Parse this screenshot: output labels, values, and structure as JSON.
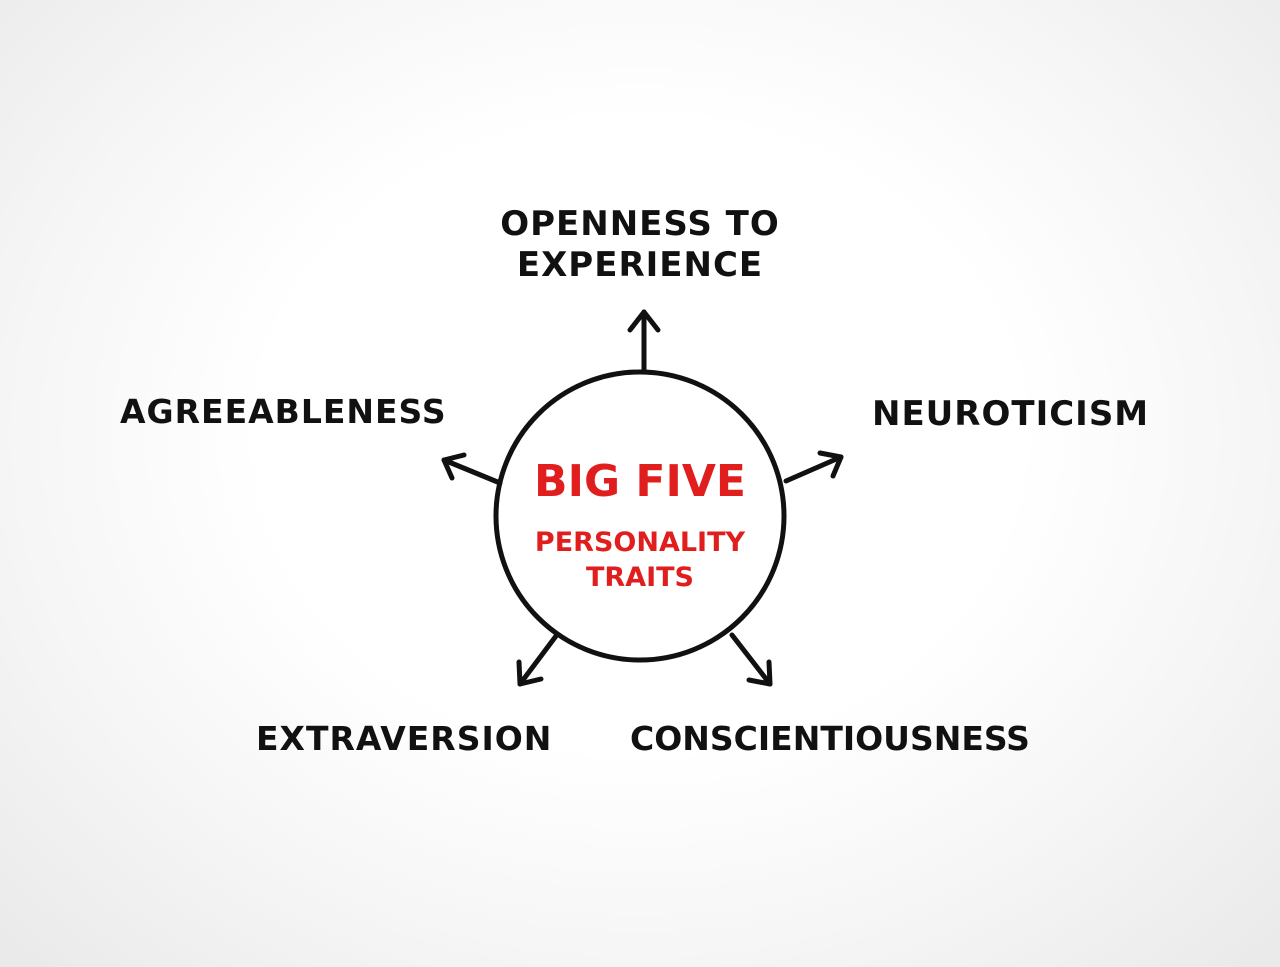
{
  "center": {
    "title": "BiG FiVe",
    "subtitle_line1": "PeRSoNaLiTy",
    "subtitle_line2": "TRaiTS"
  },
  "traits": {
    "openness_line1": "OPeNNeSS To",
    "openness_line2": "eXPeRieNCe",
    "agreeableness": "aGReeaBLeNeSS",
    "neuroticism": "NeURoTiCiSM",
    "extraversion": "eXTRaVeRSioN",
    "conscientiousness": "CoNSCieNTioUSNeSS"
  },
  "colors": {
    "ink": "#111111",
    "accent": "#e01e1e"
  }
}
